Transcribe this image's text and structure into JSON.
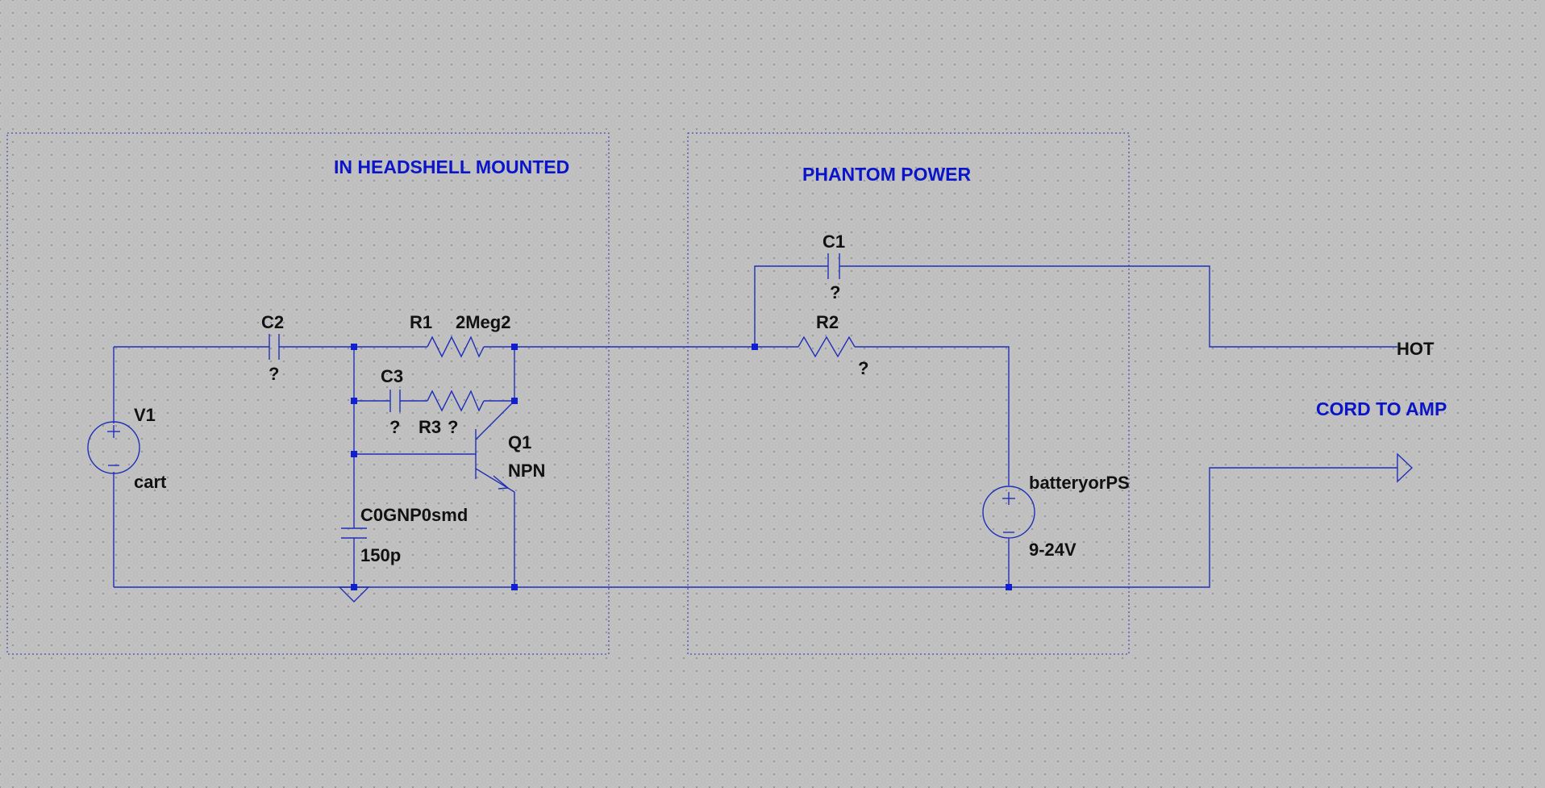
{
  "regions": {
    "headshell_title": "IN HEADSHELL MOUNTED",
    "phantom_title": "PHANTOM POWER",
    "cord_title": "CORD TO AMP"
  },
  "components": {
    "c1": {
      "name": "C1",
      "value": "?"
    },
    "c2": {
      "name": "C2",
      "value": "?"
    },
    "c3": {
      "name": "C3",
      "value": "?"
    },
    "r1": {
      "name": "R1",
      "value": "2Meg2"
    },
    "r2": {
      "name": "R2",
      "value": "?"
    },
    "r3": {
      "name": "R3",
      "value": "?"
    },
    "q1": {
      "name": "Q1",
      "value": "NPN"
    },
    "v1": {
      "name": "V1",
      "value": "cart"
    },
    "c4": {
      "name": "C0GNP0smd",
      "value": "150p"
    },
    "battery": {
      "name": "batteryorPS",
      "value": "9-24V"
    }
  },
  "nets": {
    "hot": "HOT"
  },
  "colors": {
    "background": "#c0c0c0",
    "wire": "#1f2fb8",
    "title_text": "#0a14c8",
    "label_text": "#111111"
  }
}
